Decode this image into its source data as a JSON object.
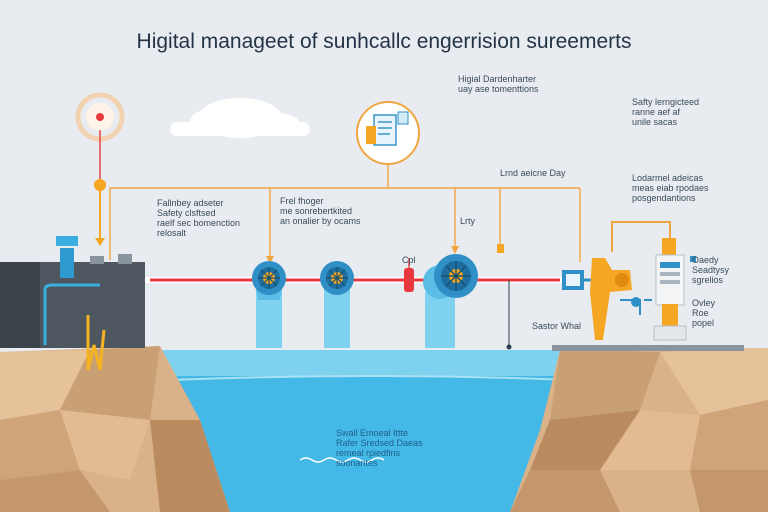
{
  "title": "Higital manageet of sunhcallc engerrision sureemerts",
  "labels": {
    "top_center": "Higial Dardenharter\nuay ase tomenttions",
    "top_right": "Safty lerngicteed\nranne aef af\nunile sacas",
    "left_1": "Fallnbey adseter\nSafety clsftsed\nraelf sec bomenction\nrelosalt",
    "center_1": "Frel fhoger\nme sonrebertkited\nan onalier by ocams",
    "lrnd": "Lrnd aeicne Day",
    "lrty": "Lrty",
    "right_1": "Lodarmel adeicas\nmeas eiab rpodaes\nposgendantions",
    "cpl": "Cpl",
    "saster": "Sastor Whal",
    "right_2": "Oaedy\nSeadtysy\nsgrelios",
    "right_3": "Ovley\nRoe\npopel",
    "water": "Swall Emoeal Ittte\nRafer Sredsed Daeas\nremeal rpiedfins\nsoonantes"
  },
  "colors": {
    "sky": "#e8ecf0",
    "water": "#44b8e6",
    "water_dark": "#2aa3dc",
    "rock": "#d9b28a",
    "rock_dark": "#c3966b",
    "pipe_red": "#e8383d",
    "accent_orange": "#f5a623",
    "turbine_blue": "#2f8fc6",
    "line_orange": "#f0a640"
  }
}
